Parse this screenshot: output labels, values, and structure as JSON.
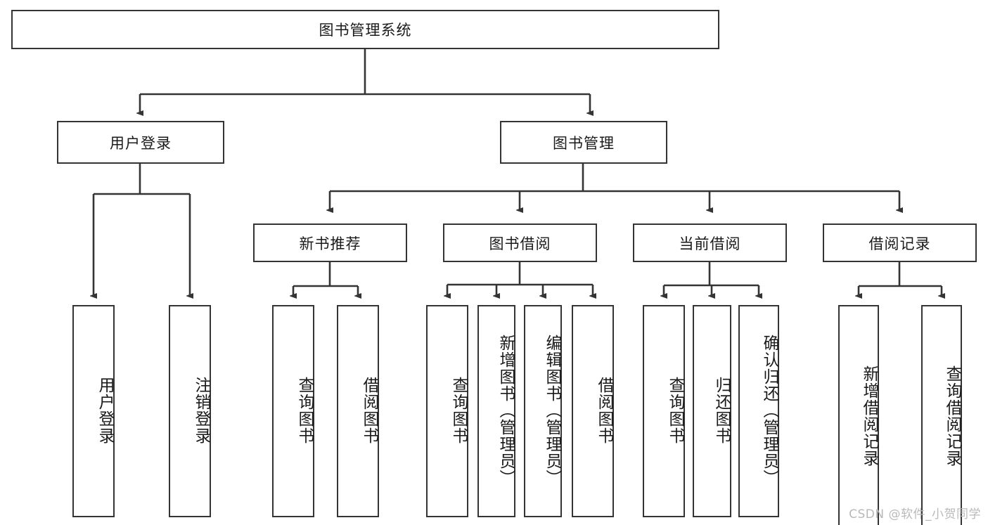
{
  "diagram": {
    "title": "图书管理系统",
    "type": "tree-hierarchy-diagram",
    "watermark": "CSDN @软件_小贺同学",
    "colors": {
      "box_border": "#343434",
      "box_fill": "#ffffff",
      "connector": "#343434",
      "text": "#1a1a1a",
      "watermark": "#b9b9b9",
      "background": "#ffffff"
    },
    "root": {
      "label": "图书管理系统"
    },
    "level2": [
      {
        "label": "用户登录"
      },
      {
        "label": "图书管理"
      }
    ],
    "level3": [
      {
        "label": "新书推荐"
      },
      {
        "label": "图书借阅"
      },
      {
        "label": "当前借阅"
      },
      {
        "label": "借阅记录"
      }
    ],
    "leaves": {
      "user_login": [
        {
          "label": "用户登录"
        },
        {
          "label": "注销登录"
        }
      ],
      "new_book_recommend": [
        {
          "label": "查询图书"
        },
        {
          "label": "借阅图书"
        }
      ],
      "book_borrow": [
        {
          "label": "查询图书"
        },
        {
          "label": "新增图书（管理员）"
        },
        {
          "label": "编辑图书（管理员）"
        },
        {
          "label": "借阅图书"
        }
      ],
      "current_borrow": [
        {
          "label": "查询图书"
        },
        {
          "label": "归还图书"
        },
        {
          "label": "确认归还（管理员）"
        }
      ],
      "borrow_records": [
        {
          "label": "新增借阅记录"
        },
        {
          "label": "查询借阅记录"
        }
      ]
    }
  }
}
